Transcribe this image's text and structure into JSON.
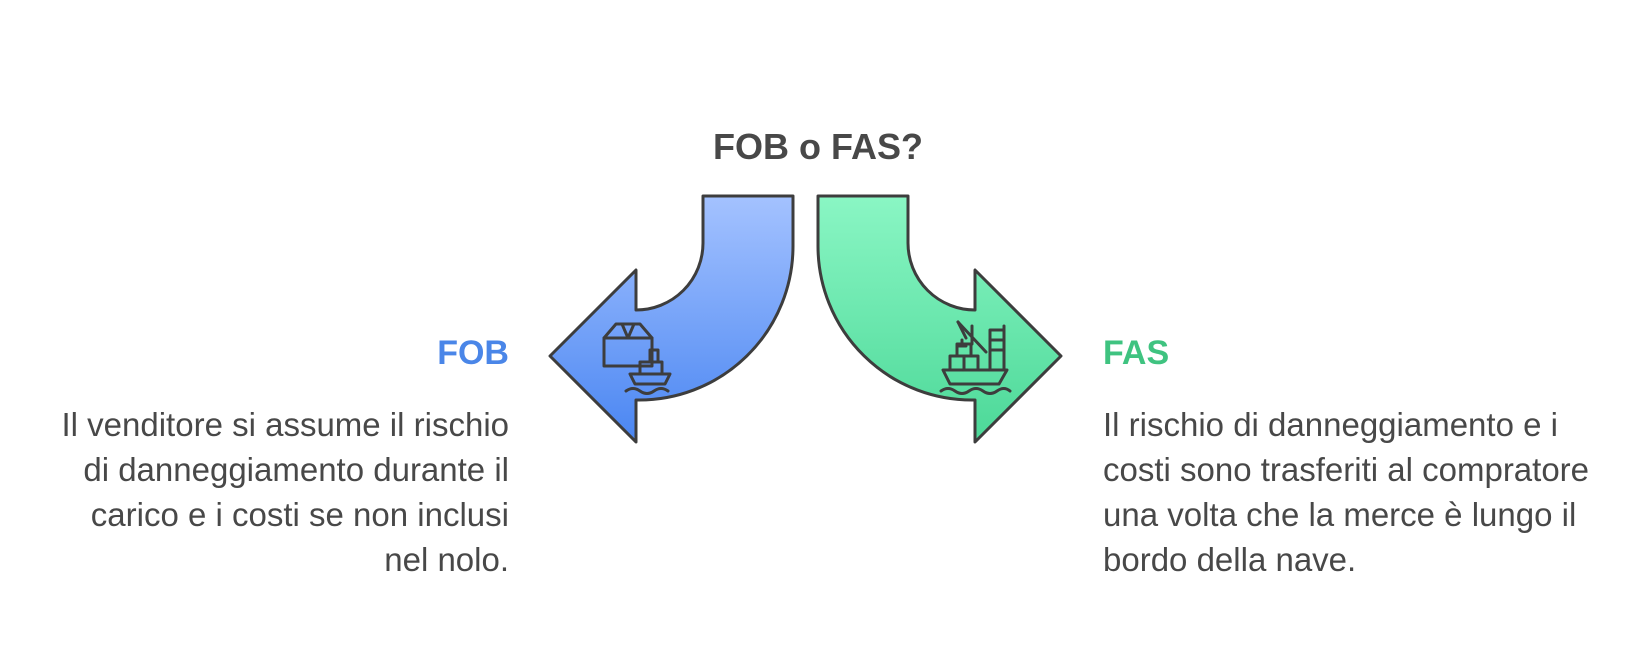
{
  "title": "FOB o FAS?",
  "options": [
    {
      "id": "fob",
      "heading": "FOB",
      "description": "Il venditore si assume il rischio di danneggiamento durante il carico e i costi se non inclusi nel nolo.",
      "color": "#4a86e8",
      "icon": "box-and-ship-icon"
    },
    {
      "id": "fas",
      "heading": "FAS",
      "description": "Il rischio di danneggiamento e i costi sono trasferiti al compratore una volta che la merce è lungo il bordo della nave.",
      "color": "#3fc380",
      "icon": "cargo-ship-crane-icon"
    }
  ],
  "colors": {
    "fob_gradient_top": "#a4c2ff",
    "fob_gradient_bottom": "#4a86f2",
    "fas_gradient_top": "#8af6c4",
    "fas_gradient_bottom": "#4cd898",
    "stroke": "#3d3d3d",
    "text": "#484848"
  }
}
